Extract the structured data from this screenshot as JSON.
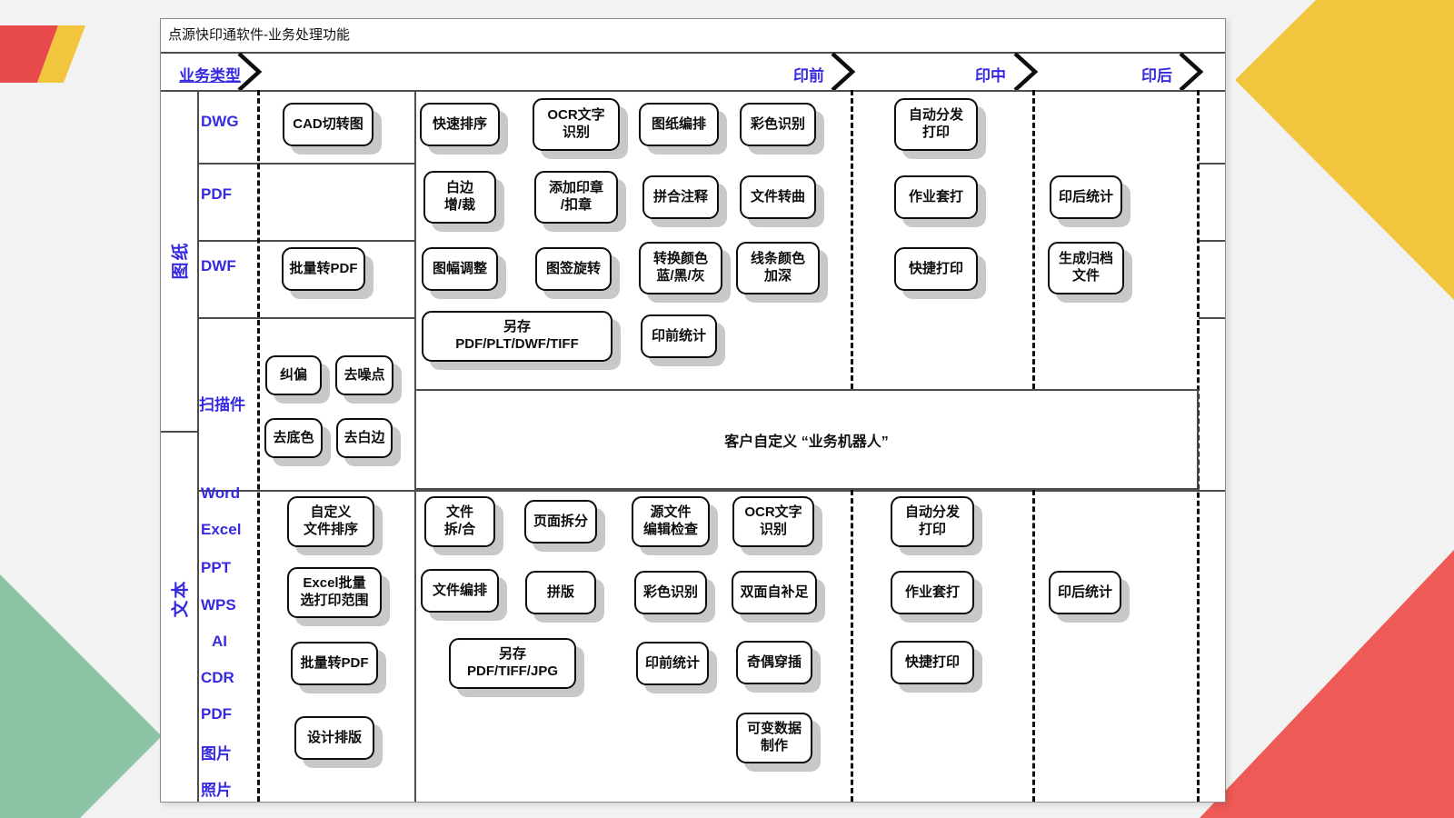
{
  "title": "点源快印通软件-业务处理功能",
  "header": {
    "business_type": "业务类型",
    "stages": {
      "pre": "印前",
      "mid": "印中",
      "post": "印后"
    }
  },
  "sections": {
    "drawings": "图纸",
    "text": "文本"
  },
  "file_types": {
    "dwg": "DWG",
    "pdf": "PDF",
    "dwf": "DWF",
    "scan": "扫描件",
    "word": "Word",
    "excel": "Excel",
    "ppt": "PPT",
    "wps": "WPS",
    "ai": "AI",
    "cdr": "CDR",
    "pdf2": "PDF",
    "image": "图片",
    "photo": "照片"
  },
  "custom_box": "客户自定义 “业务机器人”",
  "buttons": {
    "cad_cut": "CAD切转图",
    "quick_sort": "快速排序",
    "ocr_top": "OCR文字\n识别",
    "drawing_layout": "图纸编排",
    "color_detect_top": "彩色识别",
    "auto_dispatch_top": "自动分发\n打印",
    "margin_adjust": "白边\n增/裁",
    "add_stamp": "添加印章\n/扣章",
    "merge_annotation": "拼合注释",
    "file_to_curve": "文件转曲",
    "job_print_top": "作业套打",
    "post_stats_top": "印后统计",
    "batch_to_pdf_top": "批量转PDF",
    "frame_adjust": "图幅调整",
    "titleblock_rotate": "图签旋转",
    "color_convert": "转换颜色\n蓝/黑/灰",
    "line_darken": "线条颜色\n加深",
    "quick_print_top": "快捷打印",
    "archive_file": "生成归档\n文件",
    "save_as_top": "另存\nPDF/PLT/DWF/TIFF",
    "pre_stats_top": "印前统计",
    "deskew": "纠偏",
    "denoise": "去噪点",
    "remove_bg": "去底色",
    "remove_margin": "去白边",
    "custom_file_sort": "自定义\n文件排序",
    "file_split_merge": "文件\n拆/合",
    "page_split": "页面拆分",
    "source_check": "源文件\n编辑检查",
    "ocr_bottom": "OCR文字\n识别",
    "auto_dispatch_bottom": "自动分发\n打印",
    "excel_batch": "Excel批量\n选打印范围",
    "file_layout": "文件编排",
    "imposition": "拼版",
    "color_detect_bottom": "彩色识别",
    "duplex_fill": "双面自补足",
    "job_print_bottom": "作业套打",
    "post_stats_bottom": "印后统计",
    "batch_to_pdf_bottom": "批量转PDF",
    "save_as_bottom": "另存\nPDF/TIFF/JPG",
    "pre_stats_bottom": "印前统计",
    "odd_even": "奇偶穿插",
    "quick_print_bottom": "快捷打印",
    "design_layout": "设计排版",
    "variable_data": "可变数据\n制作"
  },
  "colors": {
    "accent_blue": "#3629e0",
    "line_dark": "#0d0d0d",
    "grid_gray": "#4d4d4d",
    "button_shadow": "#c8c8c8",
    "decor_red": "#e8494a",
    "decor_yellow": "#f2c53e",
    "decor_green": "#8cc4a5",
    "decor_red_corner": "#ee5a55",
    "background": "#f2f2f2"
  }
}
